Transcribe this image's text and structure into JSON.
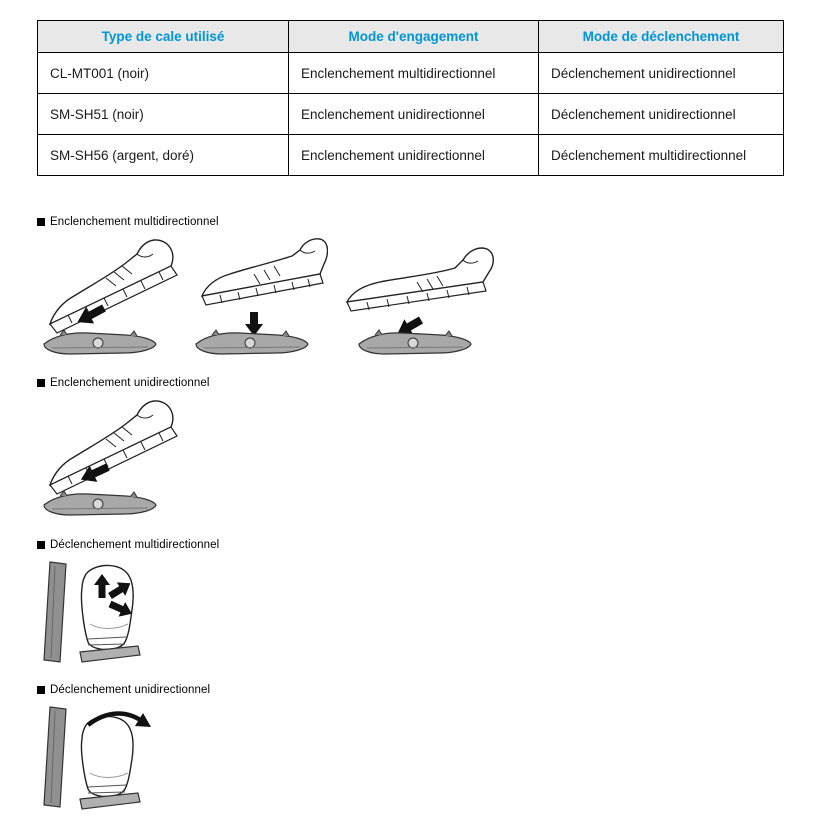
{
  "table": {
    "headers": [
      "Type de cale utilisé",
      "Mode d'engagement",
      "Mode de déclenchement"
    ],
    "rows": [
      [
        "CL-MT001 (noir)",
        "Enclenchement multidirectionnel",
        "Déclenchement unidirectionnel"
      ],
      [
        "SM-SH51 (noir)",
        "Enclenchement unidirectionnel",
        "Déclenchement unidirectionnel"
      ],
      [
        "SM-SH56 (argent, doré)",
        "Enclenchement unidirectionnel",
        "Déclenchement multidirectionnel"
      ]
    ]
  },
  "sections": [
    {
      "label": "Enclenchement multidirectionnel"
    },
    {
      "label": "Enclenchement unidirectionnel"
    },
    {
      "label": "Déclenchement multidirectionnel"
    },
    {
      "label": "Déclenchement unidirectionnel"
    }
  ],
  "colors": {
    "header_text": "#0095d8",
    "header_bg": "#e8e8e8",
    "border": "#000000"
  }
}
